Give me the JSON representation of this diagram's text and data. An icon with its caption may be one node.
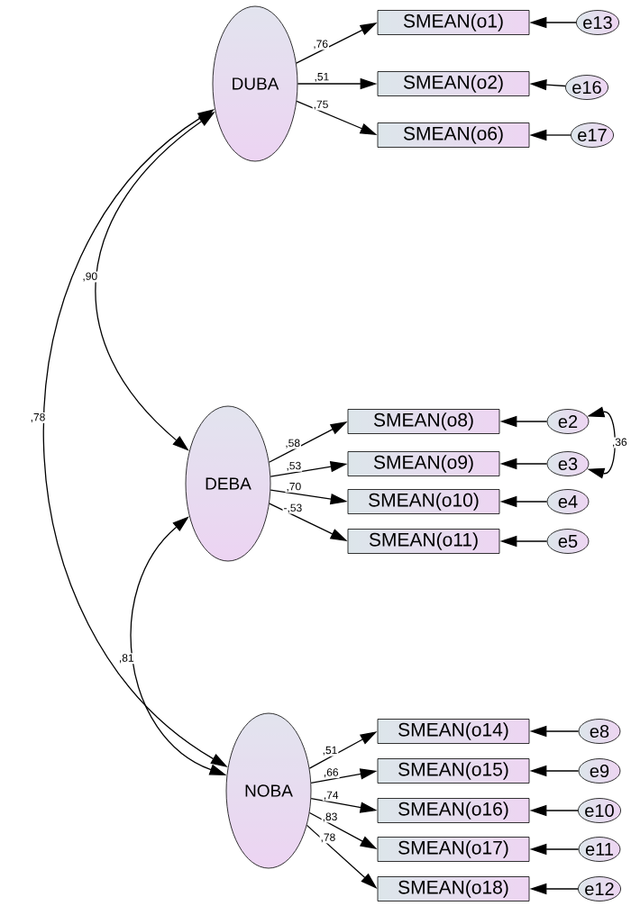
{
  "diagram": {
    "nodes": [
      {
        "text": [
          "DUBA"
        ]
      },
      {
        "text": [
          "SMEAN(o1)"
        ]
      },
      {
        "text": [
          "e13"
        ]
      },
      {
        "text": [
          "SMEAN(o2)"
        ]
      },
      {
        "text": [
          "e16"
        ]
      },
      {
        "text": [
          "SMEAN(o6)"
        ]
      },
      {
        "text": [
          "e17"
        ]
      },
      {
        "text": [
          "DEBA"
        ]
      },
      {
        "text": [
          "SMEAN(o8)"
        ]
      },
      {
        "text": [
          "e2"
        ]
      },
      {
        "text": [
          "SMEAN(o9)"
        ]
      },
      {
        "text": [
          "e3"
        ]
      },
      {
        "text": [
          "SMEAN(o10)"
        ]
      },
      {
        "text": [
          "e4"
        ]
      },
      {
        "text": [
          "SMEAN(o11)"
        ]
      },
      {
        "text": [
          "e5"
        ]
      },
      {
        "text": [
          "NOBA"
        ]
      },
      {
        "text": [
          "SMEAN(o14)"
        ]
      },
      {
        "text": [
          "e8"
        ]
      },
      {
        "text": [
          "SMEAN(o15)"
        ]
      },
      {
        "text": [
          "e9"
        ]
      },
      {
        "text": [
          "SMEAN(o16)"
        ]
      },
      {
        "text": [
          "e10"
        ]
      },
      {
        "text": [
          "SMEAN(o17)"
        ]
      },
      {
        "text": [
          "e11"
        ]
      },
      {
        "text": [
          "SMEAN(o18)"
        ]
      },
      {
        "text": [
          "e12"
        ]
      }
    ],
    "edges": [
      {
        "from": 0,
        "to": 1,
        "arrow": "to",
        "label": ",76"
      },
      {
        "from": 0,
        "to": 3,
        "arrow": "to",
        "label": ",51"
      },
      {
        "from": 0,
        "to": 5,
        "arrow": "to",
        "label": ",75"
      },
      {
        "from": 7,
        "to": 8,
        "arrow": "to",
        "label": ",58"
      },
      {
        "from": 7,
        "to": 10,
        "arrow": "to",
        "label": ",53"
      },
      {
        "from": 7,
        "to": 12,
        "arrow": "to",
        "label": ",70"
      },
      {
        "from": 7,
        "to": 14,
        "arrow": "to",
        "label": "-,53"
      },
      {
        "from": 16,
        "to": 17,
        "arrow": "to",
        "label": ",51"
      },
      {
        "from": 16,
        "to": 19,
        "arrow": "to",
        "label": ",66"
      },
      {
        "from": 16,
        "to": 21,
        "arrow": "to",
        "label": ",74"
      },
      {
        "from": 16,
        "to": 23,
        "arrow": "to",
        "label": ",83"
      },
      {
        "from": 16,
        "to": 25,
        "arrow": "to",
        "label": ",78"
      },
      {
        "from": 2,
        "to": 1,
        "arrow": "to"
      },
      {
        "from": 4,
        "to": 3,
        "arrow": "to"
      },
      {
        "from": 6,
        "to": 5,
        "arrow": "to"
      },
      {
        "from": 9,
        "to": 8,
        "arrow": "to"
      },
      {
        "from": 11,
        "to": 10,
        "arrow": "to"
      },
      {
        "from": 13,
        "to": 12,
        "arrow": "to"
      },
      {
        "from": 15,
        "to": 14,
        "arrow": "to"
      },
      {
        "from": 18,
        "to": 17,
        "arrow": "to"
      },
      {
        "from": 20,
        "to": 19,
        "arrow": "to"
      },
      {
        "from": 22,
        "to": 21,
        "arrow": "to"
      },
      {
        "from": 24,
        "to": 23,
        "arrow": "to"
      },
      {
        "from": 26,
        "to": 25,
        "arrow": "to"
      },
      {
        "from": 0,
        "to": 7,
        "arrow": "both",
        "label": ",90"
      },
      {
        "from": 0,
        "to": 16,
        "arrow": "both",
        "label": ",78"
      },
      {
        "from": 7,
        "to": 16,
        "arrow": "both",
        "label": ",81"
      },
      {
        "from": 9,
        "to": 11,
        "arrow": "both",
        "label": ",36"
      }
    ]
  }
}
